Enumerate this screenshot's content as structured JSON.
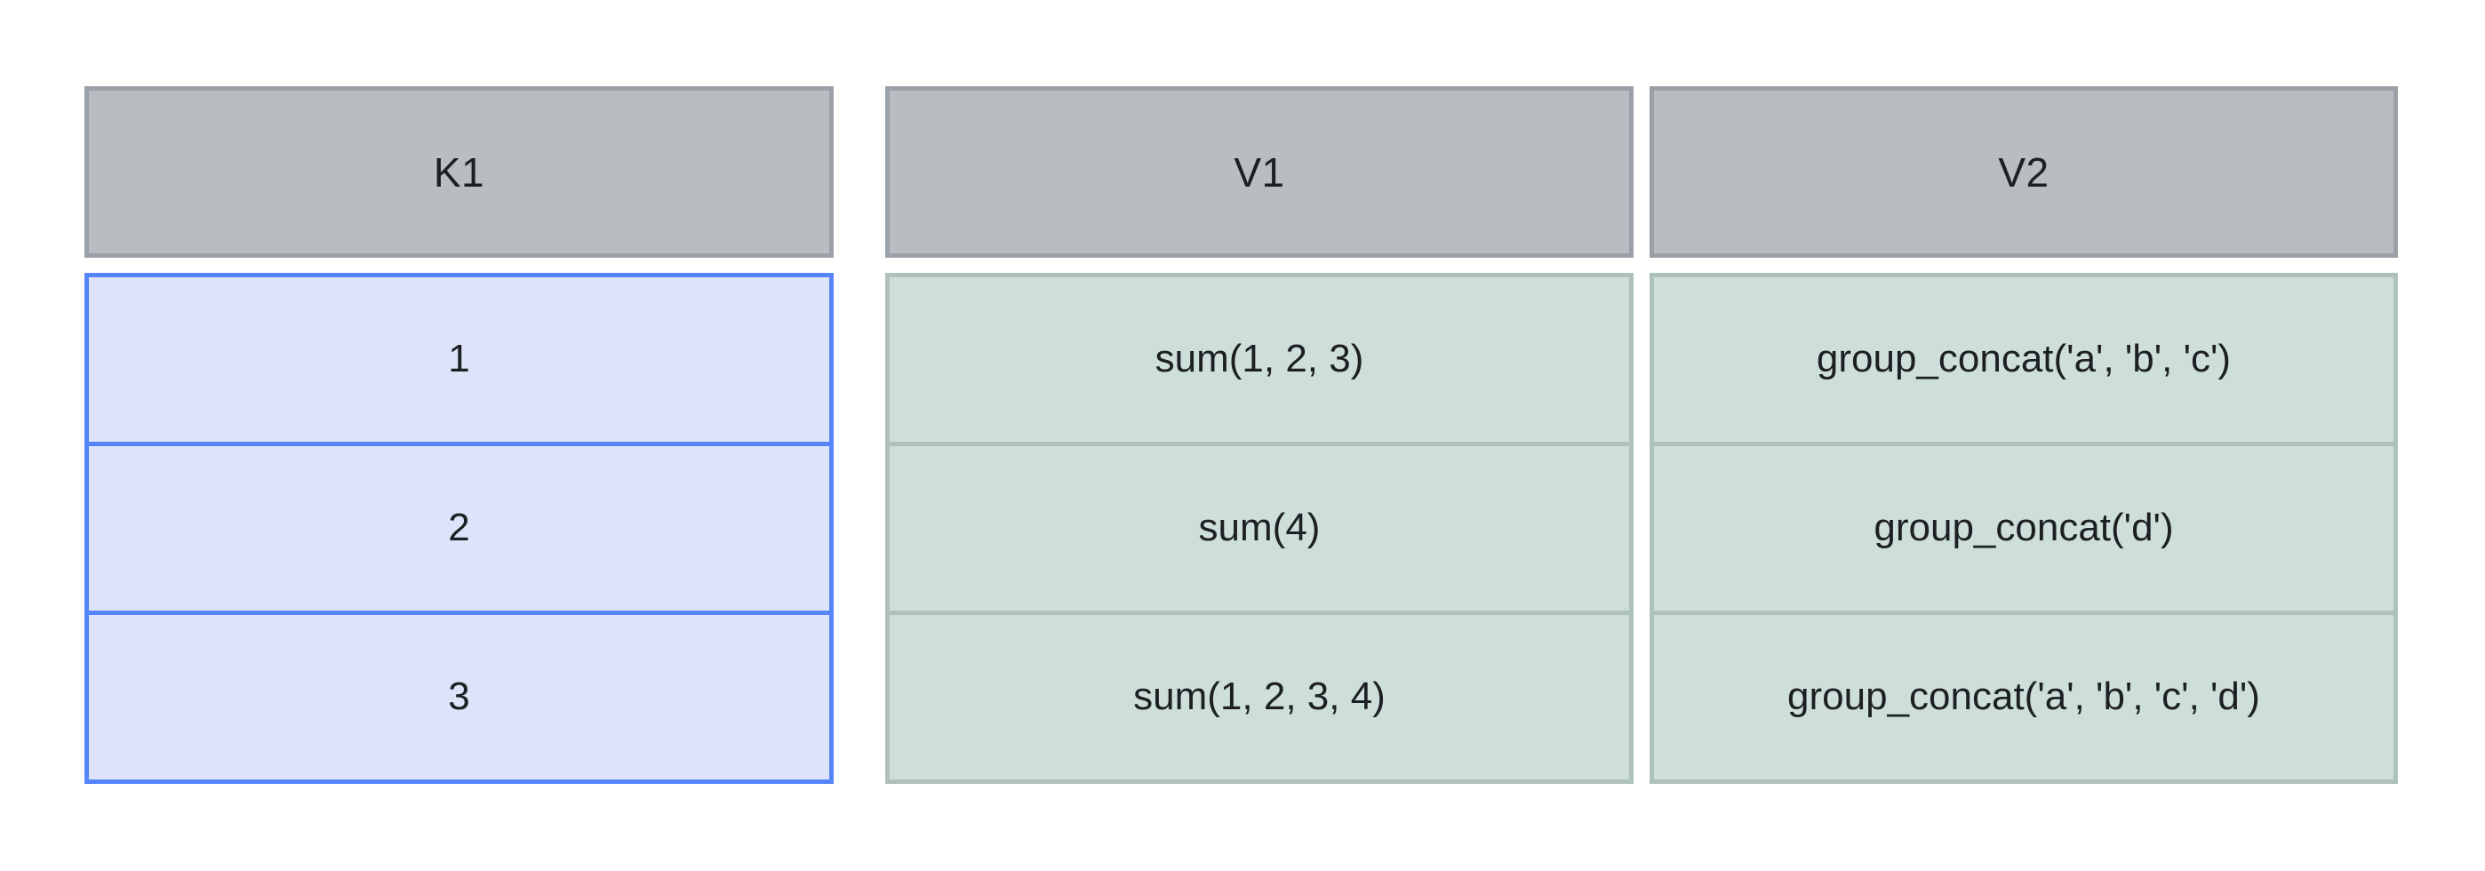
{
  "diagram": {
    "type": "grouped-aggregate-table",
    "background_color": "#ffffff"
  },
  "palette": {
    "header_fill": "#b9bdc2",
    "header_border": "#9ba1a8",
    "key_fill": "#dde4fa",
    "key_border": "#5685f7",
    "value_fill": "#cedfd9",
    "value_border": "#aec2bb",
    "text_color": "#1c2024"
  },
  "table": {
    "columns": [
      {
        "id": "k1",
        "header": "K1",
        "role": "key"
      },
      {
        "id": "v1",
        "header": "V1",
        "role": "value"
      },
      {
        "id": "v2",
        "header": "V2",
        "role": "value"
      }
    ],
    "rows": [
      {
        "k1": "1",
        "v1": "sum(1, 2, 3)",
        "v2": "group_concat('a', 'b', 'c')"
      },
      {
        "k1": "2",
        "v1": "sum(4)",
        "v2": "group_concat('d')"
      },
      {
        "k1": "3",
        "v1": "sum(1, 2, 3, 4)",
        "v2": "group_concat('a', 'b', 'c', 'd')"
      }
    ]
  }
}
